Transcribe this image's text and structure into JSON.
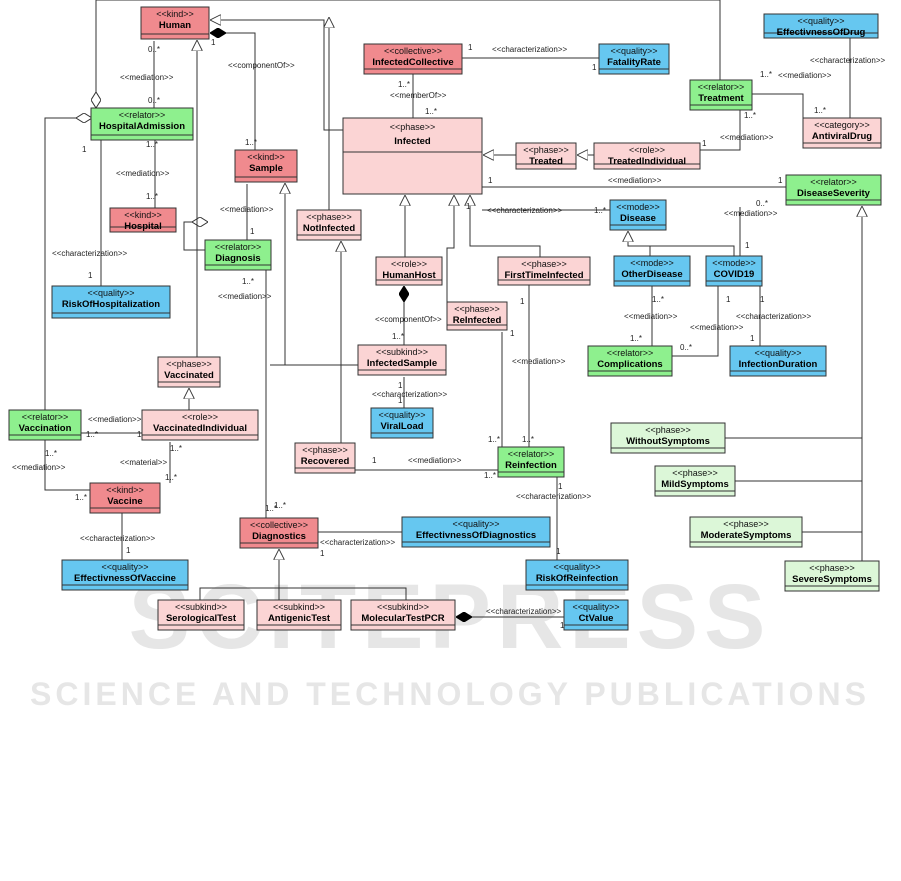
{
  "colors": {
    "kind": "#f08a8e",
    "collective": "#f08a8e",
    "quality": "#66c7f0",
    "relator": "#8ef08e",
    "phase": "#fbd4d4",
    "role": "#fbd4d4",
    "subkind": "#fbd4d4",
    "mode": "#66c7f0",
    "category": "#fbd4d4",
    "phase_symptom": "#dcf7d8",
    "stroke": "#333333",
    "watermark": "#e6e6e6"
  },
  "watermark": {
    "logo": "SCITEPRESS",
    "tagline": "SCIENCE AND TECHNOLOGY PUBLICATIONS"
  },
  "classes": [
    {
      "id": "human",
      "stereotype": "<<kind>>",
      "name": "Human",
      "kind": "kind"
    },
    {
      "id": "hospitaladmission",
      "stereotype": "<<relator>>",
      "name": "HospitalAdmission",
      "kind": "relator"
    },
    {
      "id": "hospital",
      "stereotype": "<<kind>>",
      "name": "Hospital",
      "kind": "kind"
    },
    {
      "id": "riskofhospitalization",
      "stereotype": "<<quality>>",
      "name": "RiskOfHospitalization",
      "kind": "quality"
    },
    {
      "id": "sample",
      "stereotype": "<<kind>>",
      "name": "Sample",
      "kind": "kind"
    },
    {
      "id": "diagnosis",
      "stereotype": "<<relator>>",
      "name": "Diagnosis",
      "kind": "relator"
    },
    {
      "id": "notinfected",
      "stereotype": "<<phase>>",
      "name": "NotInfected",
      "kind": "phase"
    },
    {
      "id": "infectedcollective",
      "stereotype": "<<collective>>",
      "name": "InfectedCollective",
      "kind": "collective"
    },
    {
      "id": "fatalityrate",
      "stereotype": "<<quality>>",
      "name": "FatalityRate",
      "kind": "quality"
    },
    {
      "id": "effectivenessofdrug",
      "stereotype": "<<quality>>",
      "name": "EffectivnessOfDrug",
      "kind": "quality"
    },
    {
      "id": "treatment",
      "stereotype": "<<relator>>",
      "name": "Treatment",
      "kind": "relator"
    },
    {
      "id": "antiviraldrug",
      "stereotype": "<<category>>",
      "name": "AntiviralDrug",
      "kind": "category"
    },
    {
      "id": "infected",
      "stereotype": "<<phase>>",
      "name": "Infected",
      "kind": "phase"
    },
    {
      "id": "treated",
      "stereotype": "<<phase>>",
      "name": "Treated",
      "kind": "phase"
    },
    {
      "id": "treatedindividual",
      "stereotype": "<<role>>",
      "name": "TreatedIndividual",
      "kind": "role"
    },
    {
      "id": "diseaseseverity",
      "stereotype": "<<relator>>",
      "name": "DiseaseSeverity",
      "kind": "relator"
    },
    {
      "id": "disease",
      "stereotype": "<<mode>>",
      "name": "Disease",
      "kind": "mode"
    },
    {
      "id": "humanhost",
      "stereotype": "<<role>>",
      "name": "HumanHost",
      "kind": "role"
    },
    {
      "id": "firsttimeinfected",
      "stereotype": "<<phase>>",
      "name": "FirstTimeInfected",
      "kind": "phase"
    },
    {
      "id": "reinfected",
      "stereotype": "<<phase>>",
      "name": "ReInfected",
      "kind": "phase"
    },
    {
      "id": "otherdisease",
      "stereotype": "<<mode>>",
      "name": "OtherDisease",
      "kind": "mode"
    },
    {
      "id": "covid19",
      "stereotype": "<<mode>>",
      "name": "COVID19",
      "kind": "mode"
    },
    {
      "id": "infectedsample",
      "stereotype": "<<subkind>>",
      "name": "InfectedSample",
      "kind": "subkind"
    },
    {
      "id": "complications",
      "stereotype": "<<relator>>",
      "name": "Complications",
      "kind": "relator"
    },
    {
      "id": "infectionduration",
      "stereotype": "<<quality>>",
      "name": "InfectionDuration",
      "kind": "quality"
    },
    {
      "id": "vaccinated",
      "stereotype": "<<phase>>",
      "name": "Vaccinated",
      "kind": "phase"
    },
    {
      "id": "viralload",
      "stereotype": "<<quality>>",
      "name": "ViralLoad",
      "kind": "quality"
    },
    {
      "id": "vaccination",
      "stereotype": "<<relator>>",
      "name": "Vaccination",
      "kind": "relator"
    },
    {
      "id": "vaccinatedindividual",
      "stereotype": "<<role>>",
      "name": "VaccinatedIndividual",
      "kind": "role"
    },
    {
      "id": "withoutsymptoms",
      "stereotype": "<<phase>>",
      "name": "WithoutSymptoms",
      "kind": "phase_symptom"
    },
    {
      "id": "recovered",
      "stereotype": "<<phase>>",
      "name": "Recovered",
      "kind": "phase"
    },
    {
      "id": "reinfection",
      "stereotype": "<<relator>>",
      "name": "Reinfection",
      "kind": "relator"
    },
    {
      "id": "mildsymptoms",
      "stereotype": "<<phase>>",
      "name": "MildSymptoms",
      "kind": "phase_symptom"
    },
    {
      "id": "vaccine",
      "stereotype": "<<kind>>",
      "name": "Vaccine",
      "kind": "kind"
    },
    {
      "id": "moderatesymptoms",
      "stereotype": "<<phase>>",
      "name": "ModerateSymptoms",
      "kind": "phase_symptom"
    },
    {
      "id": "diagnostics",
      "stereotype": "<<collective>>",
      "name": "Diagnostics",
      "kind": "collective"
    },
    {
      "id": "effectivenessofdiagnostics",
      "stereotype": "<<quality>>",
      "name": "EffectivnessOfDiagnostics",
      "kind": "quality"
    },
    {
      "id": "effectivenessofvaccine",
      "stereotype": "<<quality>>",
      "name": "EffectivnessOfVaccine",
      "kind": "quality"
    },
    {
      "id": "riskofreinfection",
      "stereotype": "<<quality>>",
      "name": "RiskOfReinfection",
      "kind": "quality"
    },
    {
      "id": "severesymptoms",
      "stereotype": "<<phase>>",
      "name": "SevereSymptoms",
      "kind": "phase_symptom"
    },
    {
      "id": "serologicaltest",
      "stereotype": "<<subkind>>",
      "name": "SerologicalTest",
      "kind": "subkind"
    },
    {
      "id": "antigenictest",
      "stereotype": "<<subkind>>",
      "name": "AntigenicTest",
      "kind": "subkind"
    },
    {
      "id": "moleculartestpcr",
      "stereotype": "<<subkind>>",
      "name": "MolecularTestPCR",
      "kind": "subkind"
    },
    {
      "id": "ctvalue",
      "stereotype": "<<quality>>",
      "name": "CtValue",
      "kind": "quality"
    }
  ],
  "labels": [
    "<<characterization>>",
    "<<mediation>>",
    "<<memberOf>>",
    "<<componentOf>>",
    "<<material>>",
    "1",
    "0..*",
    "1..*"
  ]
}
